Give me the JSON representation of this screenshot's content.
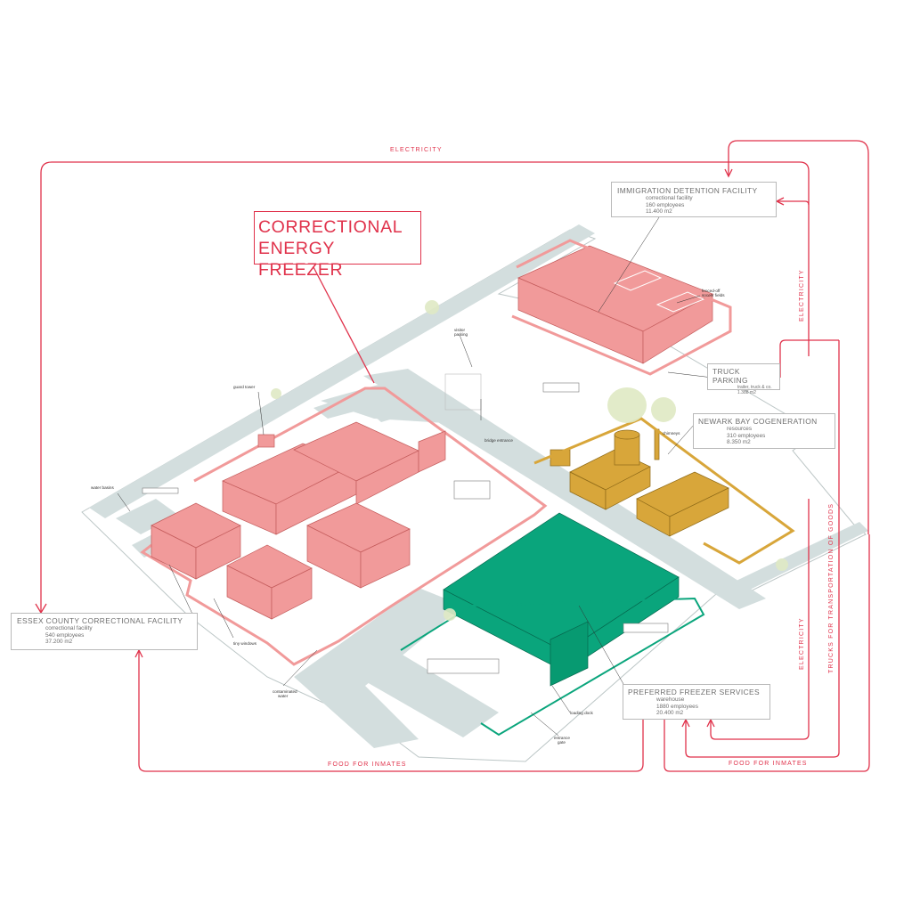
{
  "title": {
    "line1": "CORRECTIONAL",
    "line2": "ENERGY FREEZER"
  },
  "colors": {
    "flow_red": "#e0324b",
    "prison_pink": "#f19a9a",
    "freezer_green": "#0aa57c",
    "cogeneration_ochre": "#d8a63a",
    "water_grey": "#d3dede",
    "smoke_green": "#dfe9c4"
  },
  "facilities": {
    "immigration": {
      "name": "IMMIGRATION DETENTION FACILITY",
      "type": "correctional facility",
      "employees": "160 employees",
      "area": "11.400 m2"
    },
    "truck_parking": {
      "name": "TRUCK PARKING",
      "type": "trailer, truck & co.",
      "area": "1.388 m2"
    },
    "newark": {
      "name": "NEWARK BAY COGENERATION",
      "type": "resources",
      "employees": "310 employees",
      "area": "8.350 m2"
    },
    "essex": {
      "name": "ESSEX COUNTY CORRECTIONAL FACILITY",
      "type": "correctional facility",
      "employees": "540 employees",
      "area": "37.200 m2"
    },
    "freezer": {
      "name": "PREFERRED FREEZER SERVICES",
      "type": "warehouse",
      "employees": "1880 employees",
      "area": "20.400 m2"
    }
  },
  "flows": {
    "electricity_top": "ELECTRICITY",
    "electricity_right_upper": "ELECTRICITY",
    "electricity_right_lower": "ELECTRICITY",
    "trucks": "TRUCKS FOR TRANSPORTATION OF GOODS",
    "food_left": "FOOD FOR INMATES",
    "food_right": "FOOD FOR INMATES"
  },
  "annotations": {
    "guard_tower": "guard tower",
    "visitor_parking_1": "visitor",
    "visitor_parking_2": "parking",
    "fenced_fields_1": "fenced-off",
    "fenced_fields_2": "soccer fields",
    "bridge_entrance": "bridge entrance",
    "chimneys": "chimneys",
    "water_basins": "water basins",
    "tiny_windows": "tiny windows",
    "contaminated_water_1": "contaminated",
    "contaminated_water_2": "water",
    "loading_dock": "loading dock",
    "entrance_gate_1": "entrance",
    "entrance_gate_2": "gate"
  }
}
